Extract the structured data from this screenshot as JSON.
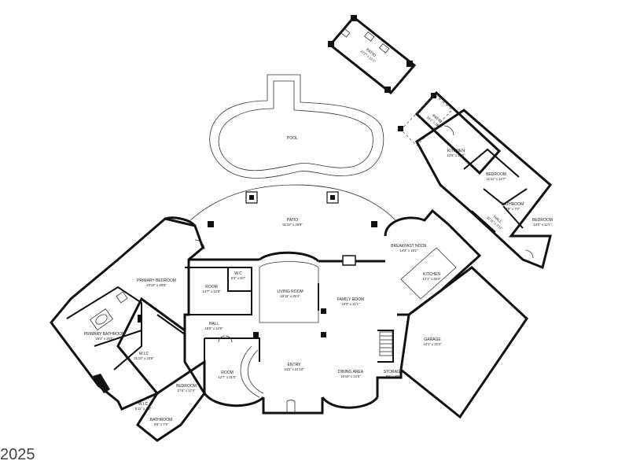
{
  "rooms": {
    "patio_top": {
      "name": "PATIO",
      "dim": "22'2\" x 12'1\""
    },
    "pool": {
      "name": "POOL"
    },
    "patio_right": {
      "name": "PATIO",
      "dim": "10'1\" x 18'0\""
    },
    "kitchen_right": {
      "name": "KITCHEN",
      "dim": "12'6\" x 17'0\""
    },
    "bedroom_right1": {
      "name": "BEDROOM",
      "dim": "11'11\" x 14'7\""
    },
    "bathroom_right": {
      "name": "BATHROOM",
      "dim": "8'8\" x 7'0\""
    },
    "bedroom_right2": {
      "name": "BEDROOM",
      "dim": "12'0\" x 12'1\""
    },
    "patio_main": {
      "name": "PATIO",
      "dim": "51'10\" x 25'9\""
    },
    "breakfast_nook": {
      "name": "BREAKFAST NOOK",
      "dim": "14'3\" x 19'1\""
    },
    "kitchen_main": {
      "name": "KITCHEN",
      "dim": "12'1\" x 29'4\""
    },
    "primary_bedroom": {
      "name": "PRIMARY BEDROOM",
      "dim": "23'10\" x 30'5\""
    },
    "room_small": {
      "name": "ROOM",
      "dim": "14'7\" x 12'8\""
    },
    "wc": {
      "name": "W.C",
      "dim": "6'3\" x 5'0\""
    },
    "living_room": {
      "name": "LIVING ROOM",
      "dim": "19'11\" x 25'4\""
    },
    "family_room": {
      "name": "FAMILY ROOM",
      "dim": "18'0\" x 21'1\""
    },
    "hall": {
      "name": "HALL",
      "dim": "19'5\" x 14'5\""
    },
    "primary_bathroom": {
      "name": "PRIMARY BATHROOM",
      "dim": "25'4\" x 25'5\""
    },
    "wic_main": {
      "name": "W.I.C",
      "dim": "21'10\" x 20'6\""
    },
    "garage": {
      "name": "GARAGE",
      "dim": "24'1\" x 32'4\""
    },
    "room_entry": {
      "name": "ROOM",
      "dim": "12'7\" x 21'0\""
    },
    "entry": {
      "name": "ENTRY",
      "dim": "24'2\" x 21'10\""
    },
    "dining_area": {
      "name": "DINING AREA",
      "dim": "15'10\" x 21'5\""
    },
    "storage": {
      "name": "STORAGE",
      "dim": "8'6\" x 8'5\""
    },
    "bedroom_main": {
      "name": "BEDROOM",
      "dim": "17'6\" x 17'4\""
    },
    "wic_small": {
      "name": "W.I.C",
      "dim": "5'11\" x 7'5\""
    },
    "bathroom_main": {
      "name": "BATHROOM",
      "dim": "9'8\" x 7'5\""
    },
    "hall_right": {
      "name": "HALL",
      "dim": "32'11\" x 3'11\""
    }
  },
  "copyright": "2025"
}
